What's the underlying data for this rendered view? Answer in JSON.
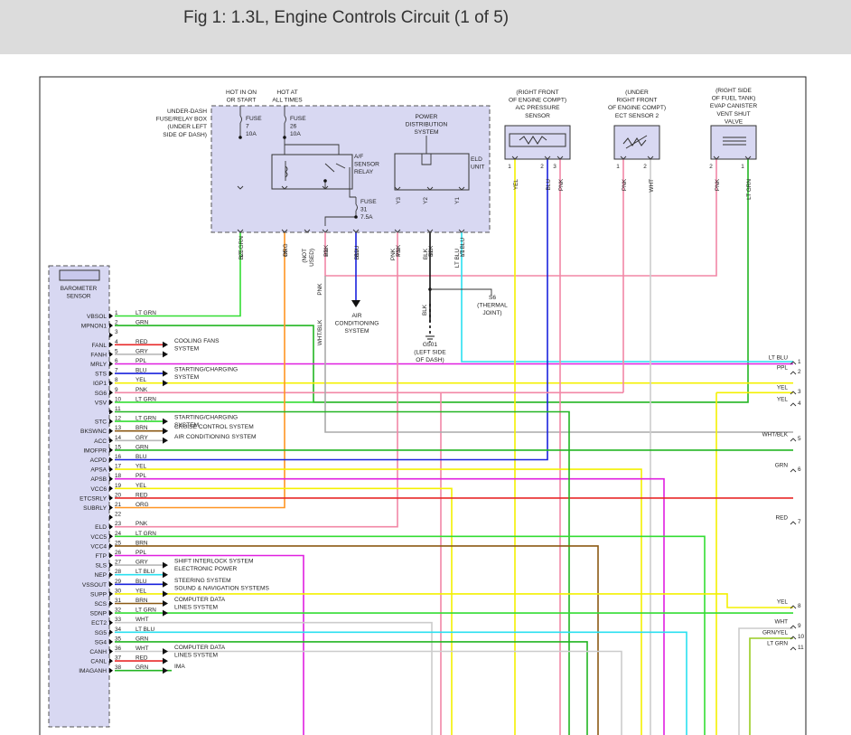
{
  "title": "Fig 1: 1.3L, Engine Controls Circuit (1 of 5)",
  "colors": {
    "LT GRN": "#33dd33",
    "GRN": "#22b522",
    "PNK": "#f287a6",
    "RED": "#e82828",
    "GRY": "#b8b8b8",
    "BRN": "#8c5a14",
    "BLU": "#1a22dd",
    "YEL": "#f4f000",
    "PPL": "#e020e0",
    "LT BLU": "#2ae0f0",
    "ORG": "#ff9522",
    "WHT": "#cccccc",
    "WHT/BLK": "#aaaaaa",
    "BLK": "#111111"
  },
  "fusebox": {
    "caption": [
      "UNDER-DASH",
      "FUSE/RELAY BOX",
      "(UNDER LEFT",
      "SIDE OF DASH)"
    ],
    "hot_on": [
      "HOT IN ON",
      "OR START"
    ],
    "hot_all": [
      "HOT AT",
      "ALL TIMES"
    ],
    "fuse7": [
      "FUSE",
      "7",
      "10A"
    ],
    "fuse26": [
      "FUSE",
      "26",
      "10A"
    ],
    "fuse31": [
      "FUSE",
      "31",
      "7.5A"
    ],
    "relay": [
      "A/F",
      "SENSOR",
      "RELAY"
    ],
    "pds": [
      "POWER",
      "DISTRIBUTION",
      "SYSTEM"
    ],
    "eld": [
      "ELD",
      "UNIT"
    ],
    "pins": [
      {
        "p": "B25",
        "w": "LT GRN"
      },
      {
        "p": "B5",
        "w": "ORG"
      },
      {
        "p": "(NOT",
        "w": "USED)"
      },
      {
        "p": "B2",
        "w": "PNK"
      },
      {
        "p": "B19",
        "w": "BLU"
      },
      {
        "p": "Y3",
        "w": "PNK"
      },
      {
        "p": "Y2",
        "w": "BLK"
      },
      {
        "p": "Y1",
        "w": "LT BLU"
      }
    ]
  },
  "sensors": [
    {
      "caption": [
        "(RIGHT FRONT",
        "OF ENGINE COMPT)",
        "A/C PRESSURE",
        "SENSOR"
      ],
      "pins": [
        "1",
        "2",
        "3"
      ],
      "wires": [
        "YEL",
        "BLU",
        "PNK"
      ]
    },
    {
      "caption": [
        "(UNDER",
        "RIGHT FRONT",
        "OF ENGINE COMPT)",
        "ECT SENSOR 2"
      ],
      "pins": [
        "1",
        "2"
      ],
      "wires": [
        "PNK",
        "WHT"
      ]
    },
    {
      "caption": [
        "(RIGHT SIDE",
        "OF FUEL TANK)",
        "EVAP CANISTER",
        "VENT SHUT",
        "VALVE"
      ],
      "pins": [
        "2",
        "1"
      ],
      "wires": [
        "PNK",
        "LT GRN"
      ]
    }
  ],
  "labels": {
    "pnk": "PNK",
    "whtblk": "WHT/BLK",
    "blk": "BLK",
    "air": [
      "AIR",
      "CONDITIONING",
      "SYSTEM"
    ],
    "s6": [
      "S6",
      "(THERMAL",
      "JOINT)"
    ],
    "g501": [
      "G501",
      "(LEFT SIDE",
      "OF DASH)"
    ]
  },
  "ecm": {
    "title": [
      "BAROMETER",
      "SENSOR"
    ],
    "rows": [
      {
        "n": "1",
        "name": "VBSOL",
        "wire": "LT GRN"
      },
      {
        "n": "2",
        "name": "MPNON1",
        "wire": "GRN"
      },
      {
        "n": "3",
        "name": "",
        "wire": ""
      },
      {
        "n": "4",
        "name": "FANL",
        "wire": "RED"
      },
      {
        "n": "5",
        "name": "FANH",
        "wire": "GRY"
      },
      {
        "n": "6",
        "name": "MRLY",
        "wire": "PPL"
      },
      {
        "n": "7",
        "name": "STS",
        "wire": "BLU"
      },
      {
        "n": "8",
        "name": "IGP1",
        "wire": "YEL"
      },
      {
        "n": "9",
        "name": "SG6",
        "wire": "PNK"
      },
      {
        "n": "10",
        "name": "VSV",
        "wire": "LT GRN"
      },
      {
        "n": "11",
        "name": "",
        "wire": ""
      },
      {
        "n": "12",
        "name": "STC",
        "wire": "LT GRN"
      },
      {
        "n": "13",
        "name": "BKSWNC",
        "wire": "BRN"
      },
      {
        "n": "14",
        "name": "ACC",
        "wire": "GRY"
      },
      {
        "n": "15",
        "name": "IMOFPR",
        "wire": "GRN"
      },
      {
        "n": "16",
        "name": "ACPD",
        "wire": "BLU"
      },
      {
        "n": "17",
        "name": "APSA",
        "wire": "YEL"
      },
      {
        "n": "18",
        "name": "APSB",
        "wire": "PPL"
      },
      {
        "n": "19",
        "name": "VCC6",
        "wire": "YEL"
      },
      {
        "n": "20",
        "name": "ETCSRLY",
        "wire": "RED"
      },
      {
        "n": "21",
        "name": "SUBRLY",
        "wire": "ORG"
      },
      {
        "n": "22",
        "name": "",
        "wire": ""
      },
      {
        "n": "23",
        "name": "ELD",
        "wire": "PNK"
      },
      {
        "n": "24",
        "name": "VCC5",
        "wire": "LT GRN"
      },
      {
        "n": "25",
        "name": "VCC4",
        "wire": "BRN"
      },
      {
        "n": "26",
        "name": "FTP",
        "wire": "PPL"
      },
      {
        "n": "27",
        "name": "SLS",
        "wire": "GRY"
      },
      {
        "n": "28",
        "name": "NEP",
        "wire": "LT BLU"
      },
      {
        "n": "29",
        "name": "VSSOUT",
        "wire": "BLU"
      },
      {
        "n": "30",
        "name": "SUPP",
        "wire": "YEL"
      },
      {
        "n": "31",
        "name": "SCS",
        "wire": "BRN"
      },
      {
        "n": "32",
        "name": "SDNP",
        "wire": "LT GRN"
      },
      {
        "n": "33",
        "name": "ECT2",
        "wire": "WHT"
      },
      {
        "n": "34",
        "name": "SG5",
        "wire": "LT BLU"
      },
      {
        "n": "35",
        "name": "SG4",
        "wire": "GRN"
      },
      {
        "n": "36",
        "name": "CANH",
        "wire": "WHT"
      },
      {
        "n": "37",
        "name": "CANL",
        "wire": "RED"
      },
      {
        "n": "38",
        "name": "IMAGANH",
        "wire": "GRN"
      }
    ]
  },
  "systems": [
    {
      "rows": [
        4,
        5
      ],
      "lines": [
        "COOLING FANS",
        "SYSTEM"
      ]
    },
    {
      "rows": [
        7,
        8
      ],
      "lines": [
        "STARTING/CHARGING",
        "SYSTEM"
      ]
    },
    {
      "rows": [
        12,
        13
      ],
      "lines": [
        "STARTING/CHARGING",
        "SYSTEM"
      ]
    },
    {
      "rows": [
        13
      ],
      "lines": [
        "CRUISE CONTROL SYSTEM"
      ]
    },
    {
      "rows": [
        14
      ],
      "lines": [
        "AIR CONDITIONING SYSTEM"
      ]
    },
    {
      "rows": [
        27,
        28
      ],
      "lines": [
        "SHIFT INTERLOCK SYSTEM",
        "ELECTRONIC POWER"
      ]
    },
    {
      "rows": [
        29,
        30
      ],
      "lines": [
        "STEERING SYSTEM",
        "SOUND & NAVIGATION SYSTEMS"
      ]
    },
    {
      "rows": [
        31,
        32
      ],
      "lines": [
        "COMPUTER DATA",
        "LINES SYSTEM"
      ]
    },
    {
      "rows": [
        36,
        37
      ],
      "lines": [
        "COMPUTER DATA",
        "LINES SYSTEM"
      ]
    },
    {
      "rows": [
        38
      ],
      "lines": [
        "IMA"
      ]
    }
  ],
  "right_connectors": [
    {
      "n": "1",
      "wire": "LT BLU",
      "row": 7
    },
    {
      "n": "2",
      "wire": "PPL",
      "row": 6
    },
    {
      "n": "3",
      "wire": "YEL",
      "row": 8
    },
    {
      "n": "4",
      "wire": "YEL",
      "row": 9
    },
    {
      "n": "5",
      "wire": "WHT/BLK",
      "row": 11
    },
    {
      "n": "6",
      "wire": "GRN",
      "row": 15
    },
    {
      "n": "7",
      "wire": "RED",
      "row": 20
    },
    {
      "n": "8",
      "wire": "YEL",
      "row": 28
    },
    {
      "n": "9",
      "wire": "WHT",
      "row": 30
    },
    {
      "n": "10",
      "wire": "GRN/YEL",
      "row": 31
    },
    {
      "n": "11",
      "wire": "LT GRN",
      "row": 32
    }
  ]
}
